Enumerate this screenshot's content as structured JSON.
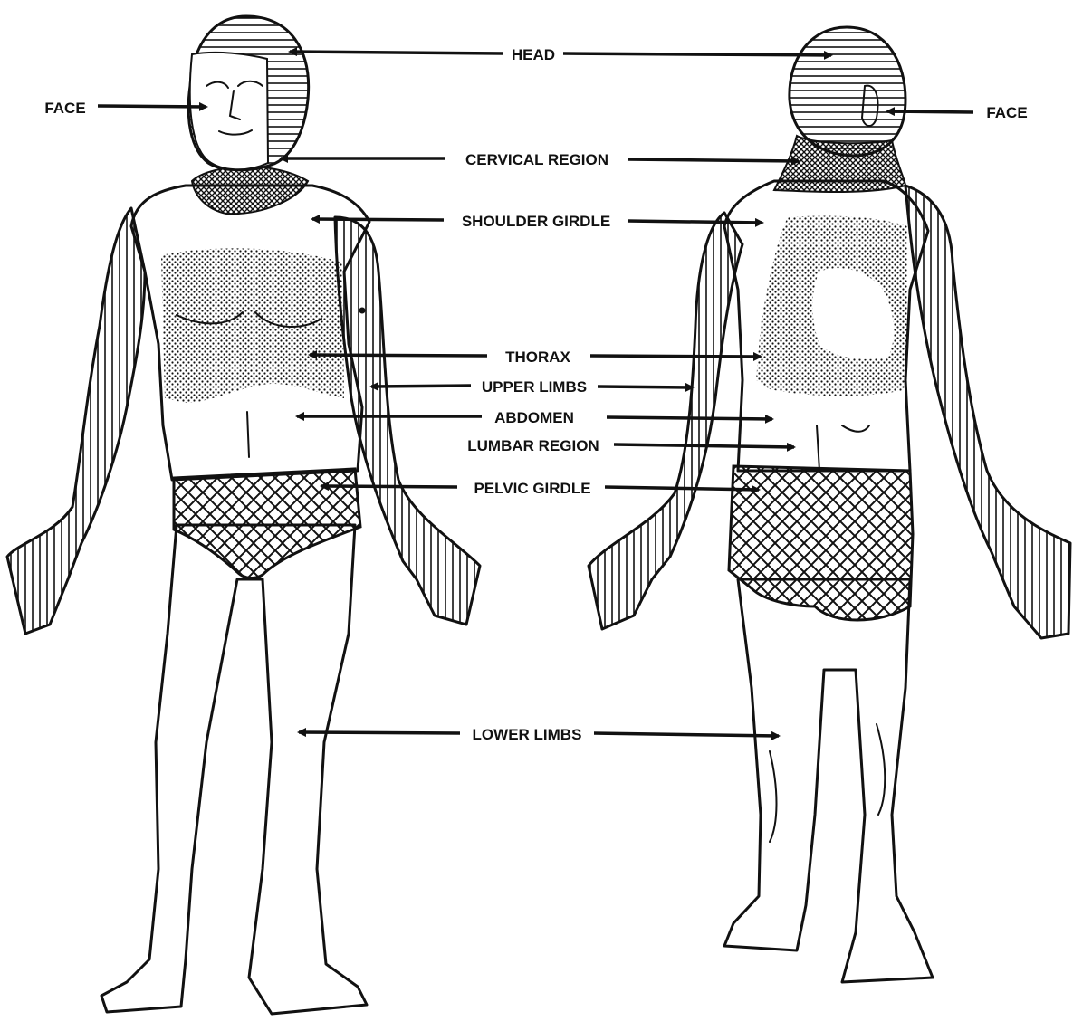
{
  "labels": {
    "head": "HEAD",
    "face": "FACE",
    "cervical": "CERVICAL REGION",
    "shoulder": "SHOULDER GIRDLE",
    "thorax": "THORAX",
    "upper_limbs": "UPPER LIMBS",
    "abdomen": "ABDOMEN",
    "lumbar": "LUMBAR REGION",
    "pelvic": "PELVIC GIRDLE",
    "lower_limbs": "LOWER LIMBS"
  },
  "colors": {
    "ink": "#111111",
    "paper": "#ffffff"
  },
  "patterns": {
    "head": "horizontal-lines",
    "cervical": "diagonal-crosshatch",
    "thorax": "stipple-dots",
    "upper_limbs": "vertical-lines",
    "pelvic": "diamond-crosshatch"
  }
}
